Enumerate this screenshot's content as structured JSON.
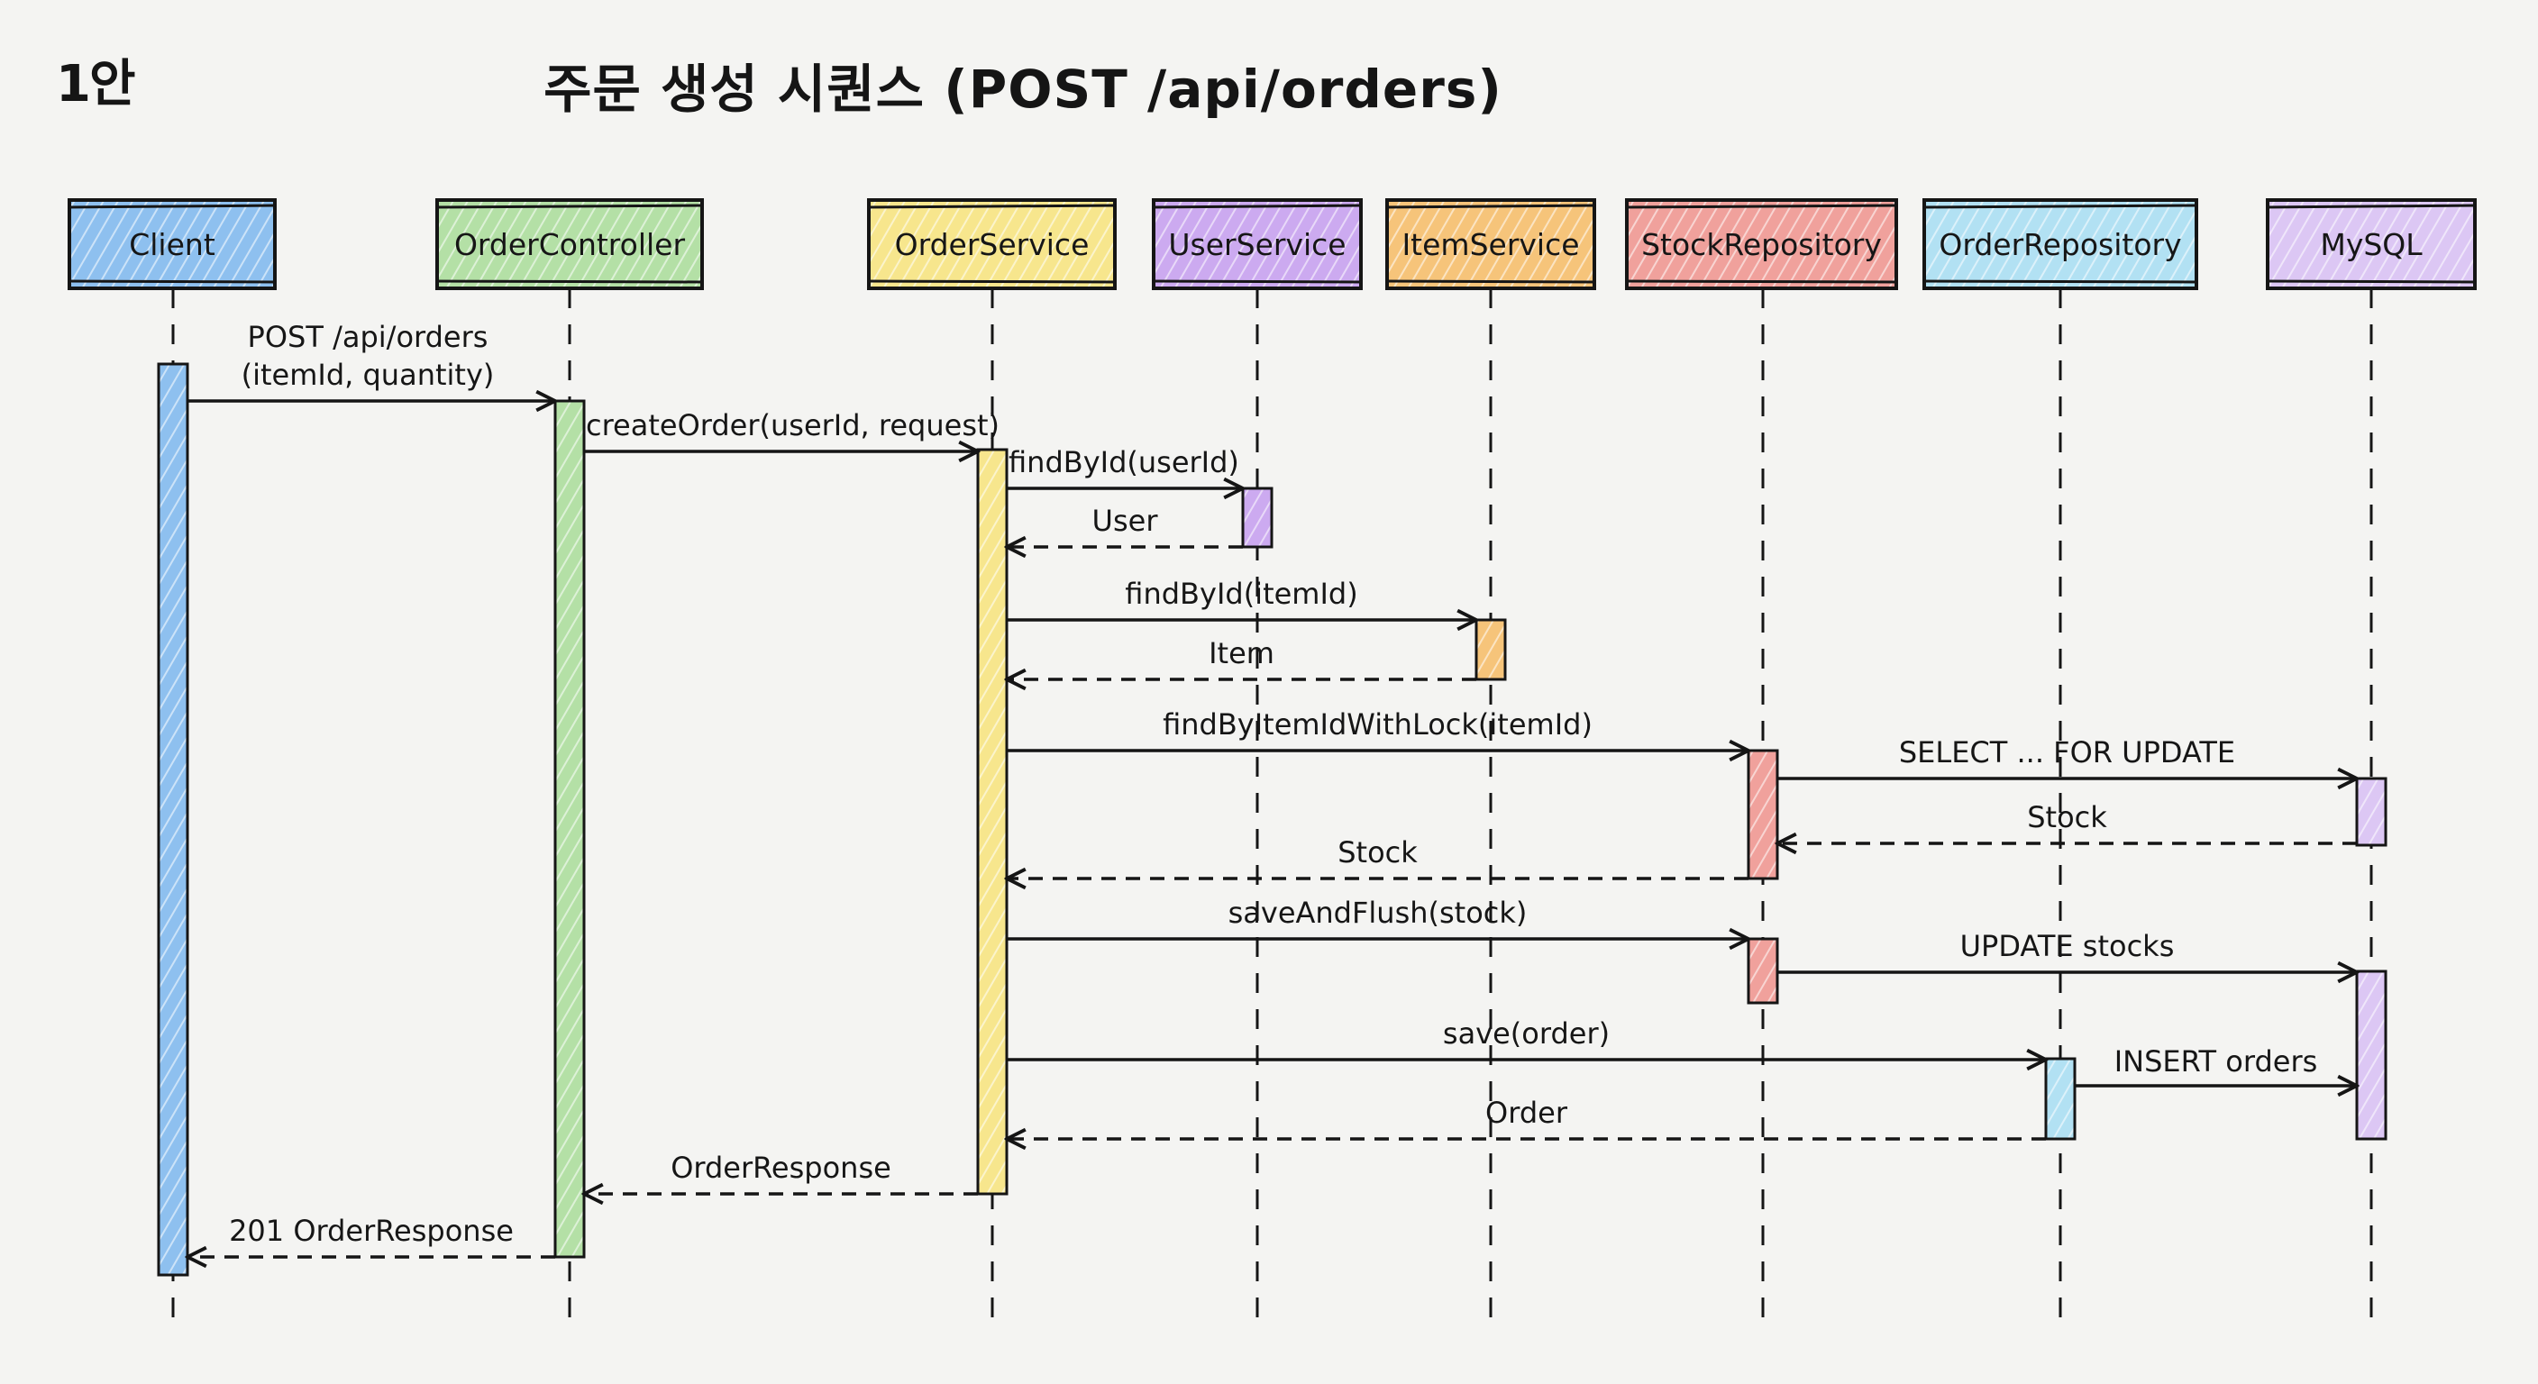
{
  "variant_label": "1안",
  "title": "주문 생성 시퀀스 (POST /api/orders)",
  "participants": [
    {
      "id": "client",
      "label": "Client",
      "color": "#8ec0ef"
    },
    {
      "id": "order-controller",
      "label": "OrderController",
      "color": "#b4e0a6"
    },
    {
      "id": "order-service",
      "label": "OrderService",
      "color": "#f7e68d"
    },
    {
      "id": "user-service",
      "label": "UserService",
      "color": "#ccaaf0"
    },
    {
      "id": "item-service",
      "label": "ItemService",
      "color": "#f6c47a"
    },
    {
      "id": "stock-repository",
      "label": "StockRepository",
      "color": "#f0a19c"
    },
    {
      "id": "order-repository",
      "label": "OrderRepository",
      "color": "#b2e1f3"
    },
    {
      "id": "mysql",
      "label": "MySQL",
      "color": "#dcc7f4"
    }
  ],
  "messages": [
    {
      "from": "client",
      "to": "order-controller",
      "label": "POST /api/orders",
      "label2": "(itemId, quantity)",
      "type": "sync"
    },
    {
      "from": "order-controller",
      "to": "order-service",
      "label": "createOrder(userId, request)",
      "type": "sync"
    },
    {
      "from": "order-service",
      "to": "user-service",
      "label": "findById(userId)",
      "type": "sync"
    },
    {
      "from": "user-service",
      "to": "order-service",
      "label": "User",
      "type": "return"
    },
    {
      "from": "order-service",
      "to": "item-service",
      "label": "findById(itemId)",
      "type": "sync"
    },
    {
      "from": "item-service",
      "to": "order-service",
      "label": "Item",
      "type": "return"
    },
    {
      "from": "order-service",
      "to": "stock-repository",
      "label": "findByItemIdWithLock(itemId)",
      "type": "sync"
    },
    {
      "from": "stock-repository",
      "to": "mysql",
      "label": "SELECT ... FOR UPDATE",
      "type": "sync"
    },
    {
      "from": "mysql",
      "to": "stock-repository",
      "label": "Stock",
      "type": "return"
    },
    {
      "from": "stock-repository",
      "to": "order-service",
      "label": "Stock",
      "type": "return"
    },
    {
      "from": "order-service",
      "to": "stock-repository",
      "label": "saveAndFlush(stock)",
      "type": "sync"
    },
    {
      "from": "stock-repository",
      "to": "mysql",
      "label": "UPDATE stocks",
      "type": "sync"
    },
    {
      "from": "order-service",
      "to": "order-repository",
      "label": "save(order)",
      "type": "sync"
    },
    {
      "from": "order-repository",
      "to": "mysql",
      "label": "INSERT orders",
      "type": "sync"
    },
    {
      "from": "order-repository",
      "to": "order-service",
      "label": "Order",
      "type": "return"
    },
    {
      "from": "order-service",
      "to": "order-controller",
      "label": "OrderResponse",
      "type": "return"
    },
    {
      "from": "order-controller",
      "to": "client",
      "label": "201 OrderResponse",
      "type": "return"
    }
  ]
}
